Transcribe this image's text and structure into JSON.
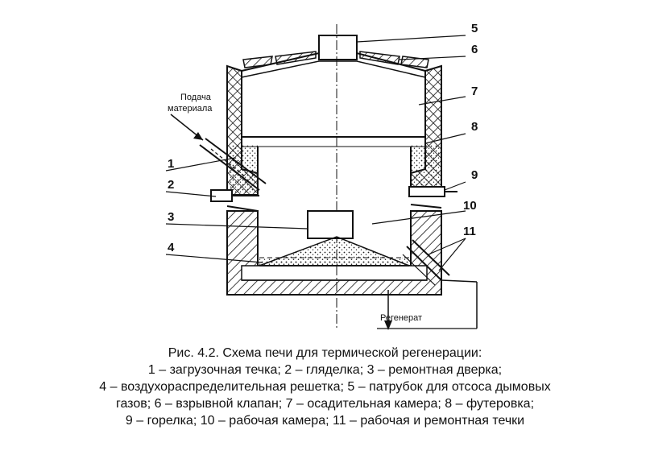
{
  "diagram": {
    "feed_label_line1": "Подача",
    "feed_label_line2": "материала",
    "output_label": "Регенерат",
    "numbers": [
      "1",
      "2",
      "3",
      "4",
      "5",
      "6",
      "7",
      "8",
      "9",
      "10",
      "11"
    ]
  },
  "caption": {
    "lines": [
      "Рис. 4.2. Схема печи для термической регенерации:",
      "1 – загрузочная течка; 2 – гляделка; 3 – ремонтная дверка;",
      "4 – воздухораспределительная решетка; 5 – патрубок для отсоса дымовых",
      "газов;  6 – взрывной клапан; 7 – осадительная камера; 8 – футеровка;",
      "9 – горелка; 10 – рабочая камера; 11 – рабочая и ремонтная течки"
    ]
  }
}
